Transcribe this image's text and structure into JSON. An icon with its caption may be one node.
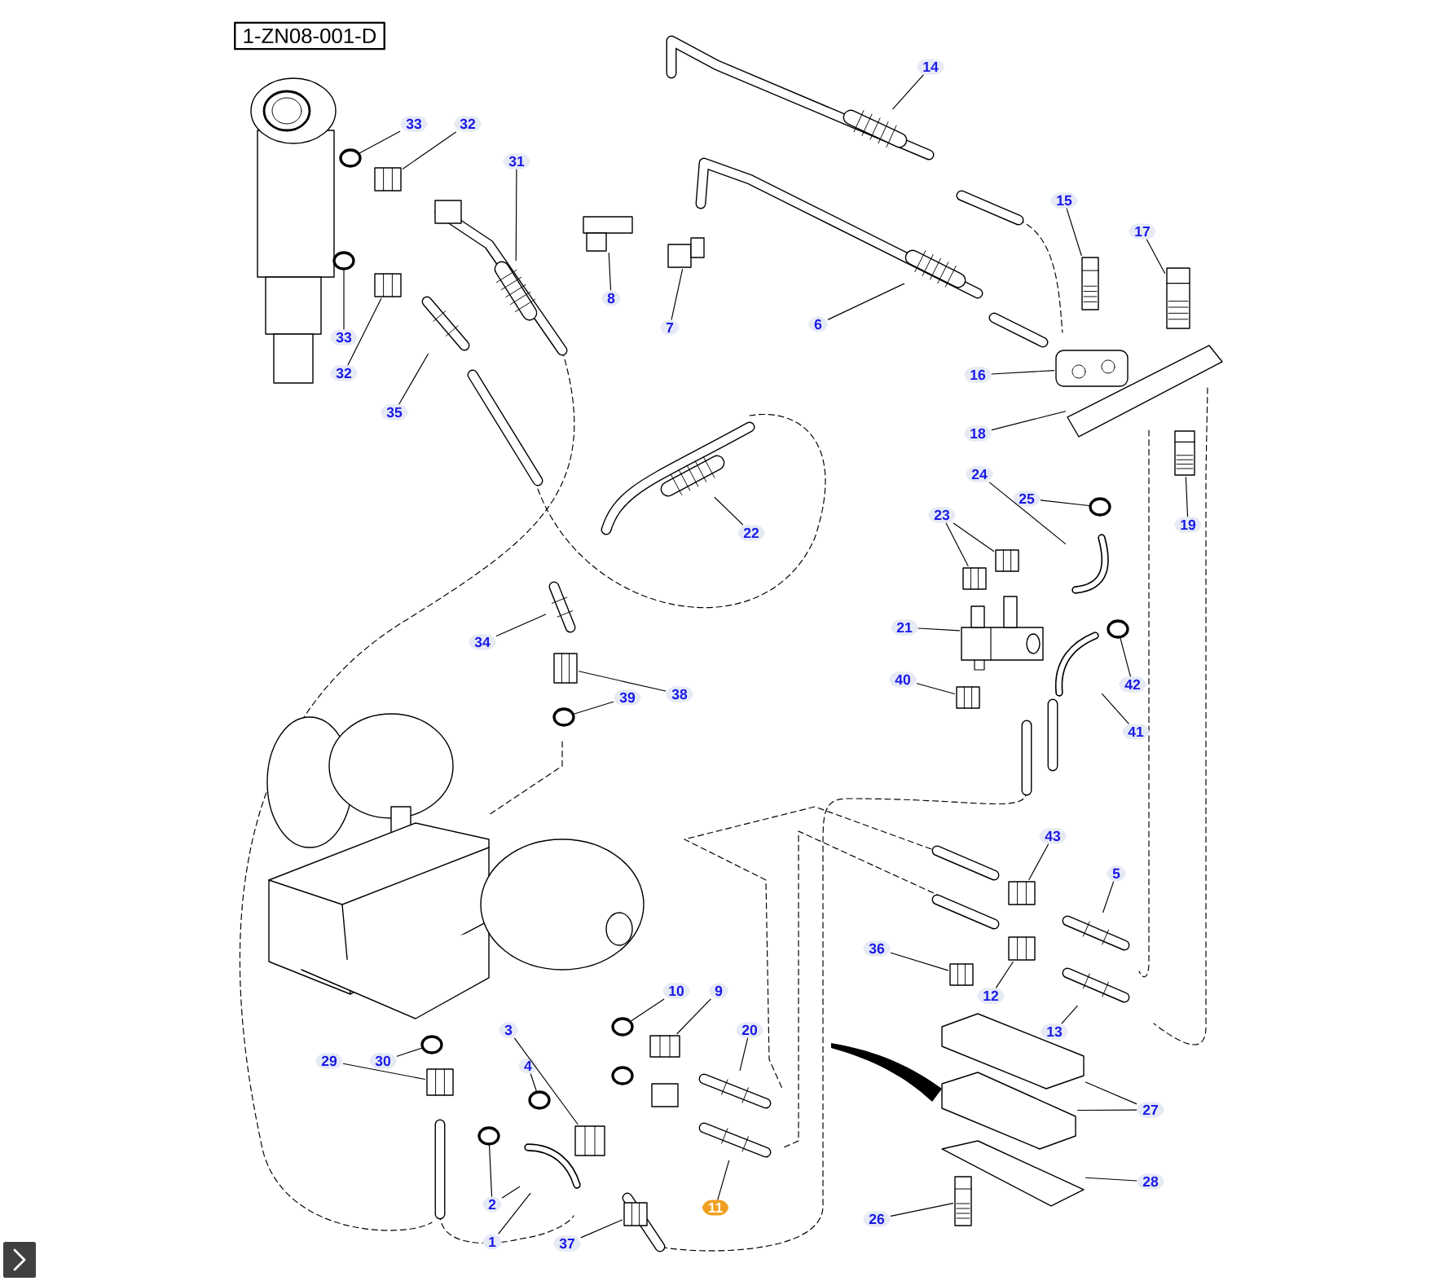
{
  "diagram": {
    "nodes": [
      {
        "text": [
          "1-ZN08-001-D"
        ]
      },
      {
        "text": [
          "14"
        ]
      },
      {
        "text": [
          "33"
        ]
      },
      {
        "text": [
          "32"
        ]
      },
      {
        "text": [
          "31"
        ]
      },
      {
        "text": [
          "15"
        ]
      },
      {
        "text": [
          "17"
        ]
      },
      {
        "text": [
          "8"
        ]
      },
      {
        "text": [
          "6"
        ]
      },
      {
        "text": [
          "7"
        ]
      },
      {
        "text": [
          "33"
        ]
      },
      {
        "text": [
          "32"
        ]
      },
      {
        "text": [
          "16"
        ]
      },
      {
        "text": [
          "35"
        ]
      },
      {
        "text": [
          "18"
        ]
      },
      {
        "text": [
          "24"
        ]
      },
      {
        "text": [
          "25"
        ]
      },
      {
        "text": [
          "23"
        ]
      },
      {
        "text": [
          "19"
        ]
      },
      {
        "text": [
          "22"
        ]
      },
      {
        "text": [
          "21"
        ]
      },
      {
        "text": [
          "34"
        ]
      },
      {
        "text": [
          "40"
        ]
      },
      {
        "text": [
          "42"
        ]
      },
      {
        "text": [
          "38"
        ]
      },
      {
        "text": [
          "39"
        ]
      },
      {
        "text": [
          "41"
        ]
      },
      {
        "text": [
          "43"
        ]
      },
      {
        "text": [
          "5"
        ]
      },
      {
        "text": [
          "36"
        ]
      },
      {
        "text": [
          "10"
        ]
      },
      {
        "text": [
          "9"
        ]
      },
      {
        "text": [
          "12"
        ]
      },
      {
        "text": [
          "3"
        ]
      },
      {
        "text": [
          "20"
        ]
      },
      {
        "text": [
          "13"
        ]
      },
      {
        "text": [
          "29"
        ]
      },
      {
        "text": [
          "30"
        ]
      },
      {
        "text": [
          "4"
        ]
      },
      {
        "text": [
          "27"
        ]
      },
      {
        "text": [
          "28"
        ]
      },
      {
        "text": [
          "2"
        ]
      },
      {
        "text": [
          "11"
        ]
      },
      {
        "text": [
          "26"
        ]
      },
      {
        "text": [
          "1"
        ]
      },
      {
        "text": [
          "37"
        ]
      },
      {
        "text": [],
        "shape": "picture"
      },
      {
        "text": [],
        "shape": "circle"
      },
      {
        "text": [],
        "shape": "picture"
      },
      {
        "text": [],
        "shape": "picture"
      },
      {
        "text": [],
        "shape": "picture"
      },
      {
        "text": [],
        "shape": "picture"
      },
      {
        "text": [],
        "shape": "picture"
      },
      {
        "text": [],
        "shape": "picture"
      },
      {
        "text": [],
        "shape": "picture"
      },
      {
        "text": [],
        "shape": "circle"
      },
      {
        "text": [],
        "shape": "picture"
      },
      {
        "text": [],
        "shape": "picture"
      },
      {
        "text": [],
        "shape": "picture"
      },
      {
        "text": [],
        "shape": "picture"
      },
      {
        "text": [],
        "shape": "picture"
      },
      {
        "text": [],
        "shape": "circle"
      },
      {
        "text": [],
        "shape": "picture"
      },
      {
        "text": [],
        "shape": "picture"
      },
      {
        "text": [],
        "shape": "picture"
      },
      {
        "text": [],
        "shape": "picture"
      },
      {
        "text": [],
        "shape": "picture"
      },
      {
        "text": [],
        "shape": "picture"
      },
      {
        "text": [],
        "shape": "picture"
      },
      {
        "text": [],
        "shape": "circle"
      },
      {
        "text": [],
        "shape": "picture"
      },
      {
        "text": [],
        "shape": "circle"
      },
      {
        "text": [],
        "shape": "picture"
      },
      {
        "text": [],
        "shape": "picture"
      },
      {
        "text": [],
        "shape": "picture"
      },
      {
        "text": [],
        "shape": "picture"
      },
      {
        "text": [],
        "shape": "circle"
      },
      {
        "text": [],
        "shape": "picture"
      },
      {
        "text": [],
        "shape": "picture"
      },
      {
        "text": [],
        "shape": "picture"
      },
      {
        "text": [],
        "shape": "picture"
      },
      {
        "text": [],
        "shape": "picture"
      },
      {
        "text": [],
        "shape": "picture"
      },
      {
        "text": [],
        "shape": "circle"
      },
      {
        "text": [],
        "shape": "circle"
      },
      {
        "text": [],
        "shape": "picture"
      },
      {
        "text": [],
        "shape": "picture"
      },
      {
        "text": [],
        "shape": "picture"
      },
      {
        "text": [],
        "shape": "circle"
      },
      {
        "text": [],
        "shape": "picture"
      },
      {
        "text": [],
        "shape": "picture"
      },
      {
        "text": [],
        "shape": "picture"
      },
      {
        "text": [],
        "shape": "picture"
      }
    ],
    "edges": [
      {
        "from": 1,
        "to": 46,
        "arrow": "none"
      },
      {
        "from": 2,
        "to": 47,
        "arrow": "none"
      },
      {
        "from": 3,
        "to": 48,
        "arrow": "none"
      },
      {
        "from": 4,
        "to": 49,
        "arrow": "none"
      },
      {
        "from": 5,
        "to": 50,
        "arrow": "none"
      },
      {
        "from": 6,
        "to": 51,
        "arrow": "none"
      },
      {
        "from": 7,
        "to": 52,
        "arrow": "none"
      },
      {
        "from": 8,
        "to": 53,
        "arrow": "none"
      },
      {
        "from": 9,
        "to": 54,
        "arrow": "none"
      },
      {
        "from": 10,
        "to": 55,
        "arrow": "none"
      },
      {
        "from": 11,
        "to": 56,
        "arrow": "none"
      },
      {
        "from": 12,
        "to": 57,
        "arrow": "none"
      },
      {
        "from": 13,
        "to": 58,
        "arrow": "none"
      },
      {
        "from": 14,
        "to": 59,
        "arrow": "none"
      },
      {
        "from": 15,
        "to": 60,
        "arrow": "none"
      },
      {
        "from": 16,
        "to": 61,
        "arrow": "none"
      },
      {
        "from": 17,
        "to": 62,
        "arrow": "none"
      },
      {
        "from": 17,
        "to": 63,
        "arrow": "none"
      },
      {
        "from": 18,
        "to": 64,
        "arrow": "none"
      },
      {
        "from": 19,
        "to": 65,
        "arrow": "none"
      },
      {
        "from": 20,
        "to": 66,
        "arrow": "none"
      },
      {
        "from": 21,
        "to": 67,
        "arrow": "none"
      },
      {
        "from": 22,
        "to": 68,
        "arrow": "none"
      },
      {
        "from": 23,
        "to": 69,
        "arrow": "none"
      },
      {
        "from": 24,
        "to": 70,
        "arrow": "none"
      },
      {
        "from": 25,
        "to": 71,
        "arrow": "none"
      },
      {
        "from": 26,
        "to": 72,
        "arrow": "none"
      },
      {
        "from": 27,
        "to": 73,
        "arrow": "none"
      },
      {
        "from": 28,
        "to": 74,
        "arrow": "none"
      },
      {
        "from": 29,
        "to": 75,
        "arrow": "none"
      },
      {
        "from": 30,
        "to": 76,
        "arrow": "none"
      },
      {
        "from": 31,
        "to": 77,
        "arrow": "none"
      },
      {
        "from": 32,
        "to": 78,
        "arrow": "none"
      },
      {
        "from": 33,
        "to": 79,
        "arrow": "none"
      },
      {
        "from": 34,
        "to": 80,
        "arrow": "none"
      },
      {
        "from": 35,
        "to": 81,
        "arrow": "none"
      },
      {
        "from": 36,
        "to": 82,
        "arrow": "none"
      },
      {
        "from": 37,
        "to": 83,
        "arrow": "none"
      },
      {
        "from": 38,
        "to": 84,
        "arrow": "none"
      },
      {
        "from": 39,
        "to": 85,
        "arrow": "none"
      },
      {
        "from": 39,
        "to": 86,
        "arrow": "none"
      },
      {
        "from": 40,
        "to": 87,
        "arrow": "none"
      },
      {
        "from": 41,
        "to": 88,
        "arrow": "none"
      },
      {
        "from": 41,
        "to": 89,
        "arrow": "none"
      },
      {
        "from": 42,
        "to": 90,
        "arrow": "none"
      },
      {
        "from": 43,
        "to": 91,
        "arrow": "none"
      },
      {
        "from": 44,
        "to": 89,
        "arrow": "none"
      },
      {
        "from": 45,
        "to": 92,
        "arrow": "none"
      }
    ]
  }
}
